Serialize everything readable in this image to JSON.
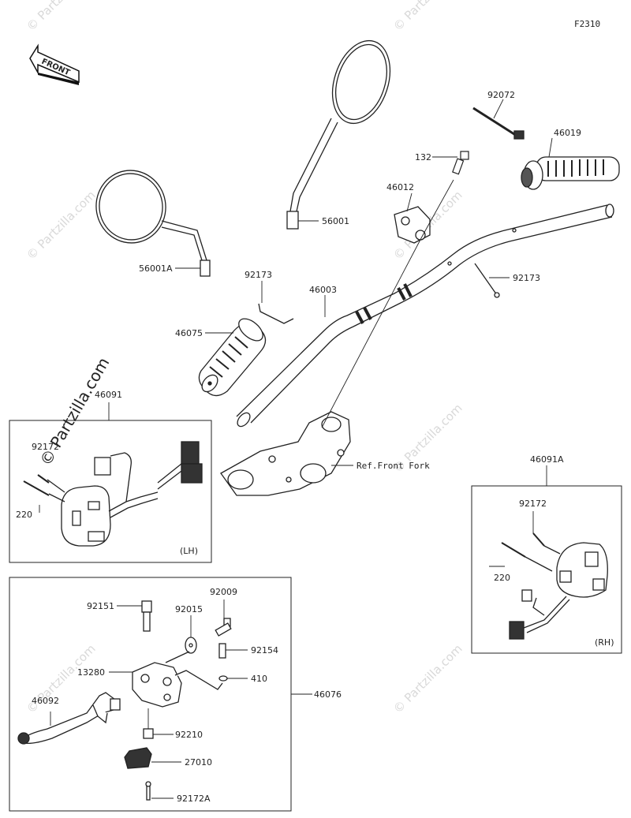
{
  "figure_id": "F2310",
  "front_label": "FRONT",
  "watermark": "© Partzilla.com",
  "box_tags": {
    "lh": "(LH)",
    "rh": "(RH)"
  },
  "parts": {
    "p92072": "92072",
    "p46019": "46019",
    "p132": "132",
    "p46012": "46012",
    "p56001": "56001",
    "p56001A": "56001A",
    "p92173a": "92173",
    "p46003": "46003",
    "p92173b": "92173",
    "p46075": "46075",
    "p46091": "46091",
    "p92172a": "92172",
    "p220a": "220",
    "pRefFork": "Ref.Front Fork",
    "p46091A": "46091A",
    "p92172b": "92172",
    "p220b": "220",
    "p92151": "92151",
    "p92015": "92015",
    "p92009": "92009",
    "p92154": "92154",
    "p13280": "13280",
    "p410": "410",
    "p46076": "46076",
    "p46092": "46092",
    "p92210": "92210",
    "p27010": "27010",
    "p92172A": "92172A"
  }
}
